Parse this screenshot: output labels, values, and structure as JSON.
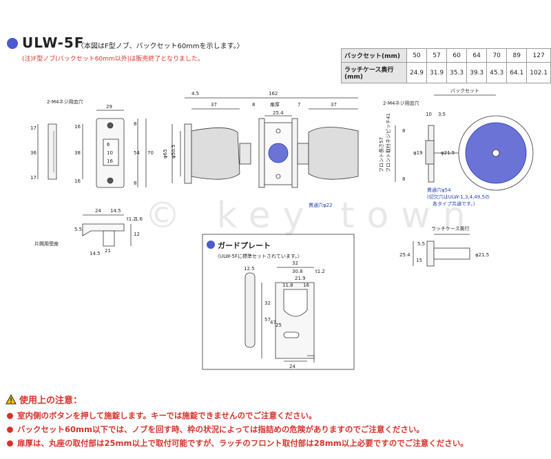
{
  "header": {
    "model": "ULW-5F",
    "description": "〈本図はF型ノブ、バックセット60mmを示します。〉",
    "note": "(注)F型ノブ(バックセット60mm以外)は販売終了となりました。"
  },
  "spec_table": {
    "rows": [
      {
        "label": "バックセット(mm)",
        "values": [
          "50",
          "57",
          "60",
          "64",
          "70",
          "89",
          "127"
        ]
      },
      {
        "label": "ラッチケース奥行(mm)",
        "values": [
          "24.9",
          "31.9",
          "35.3",
          "39.3",
          "45.3",
          "64.1",
          "102.1"
        ]
      }
    ]
  },
  "drawing": {
    "strike": {
      "screw_note": "2-M4ネジ用皿穴",
      "dims": [
        "29",
        "17",
        "36",
        "17",
        "16",
        "38",
        "16",
        "6",
        "10",
        "16",
        "8",
        "54",
        "8",
        "70"
      ],
      "side_dims": [
        "24",
        "14.5",
        "5.5",
        "t1.2",
        "1.6",
        "12",
        "21",
        "14.5"
      ],
      "side_caption": "片開用受座"
    },
    "lock": {
      "dims": [
        "4.5",
        "162",
        "37",
        "8",
        "扉厚",
        "7",
        "37",
        "25.4",
        "φ50.5",
        "φ65"
      ],
      "hole_note": "貫通穴φ22"
    },
    "latch": {
      "backset_label": "バックセット",
      "screw_note": "2-M4ネジ用皿穴",
      "dims": [
        "10",
        "3.5",
        "8",
        "8",
        "φ19",
        "φ21.5"
      ],
      "vertical_note": "フロント取付ネジピッチ41",
      "vertical_note2": "フロント長さ57",
      "hole_note": "貫通穴φ54",
      "hole_note2": "(切欠穴はULW-1,3,4,49,5の",
      "hole_note3": "各タイプ共通です。)",
      "depth_label": "ラッチケース奥行",
      "depth_dims": [
        "5.5",
        "25.4",
        "15",
        "φ21.5"
      ]
    },
    "guard_plate": {
      "title": "ガードプレート",
      "subtitle": "〈ULW-5Fに標準セットされています。〉",
      "dims": [
        "12.5",
        "32",
        "30.8",
        "t1.2",
        "21.9",
        "11.8",
        "16",
        "32",
        "57",
        "47",
        "25",
        "24"
      ]
    },
    "watermark": "© key town"
  },
  "cautions": {
    "title": "使用上の注意：",
    "items": [
      "室内側のボタンを押して施錠します。キーでは施錠できませんのでご注意ください。",
      "バックセット60mm以下では、ノブを回す時、枠の状況によっては指詰めの危険がありますのでご注意ください。",
      "扉厚は、丸座の取付部は25mm以上で取付可能ですが、ラッチのフロント取付部は28mm以上必要ですのでご注意ください。"
    ]
  },
  "colors": {
    "accent": "#4a5bd0",
    "warning": "#d6322c",
    "hole": "#6b73d6"
  }
}
